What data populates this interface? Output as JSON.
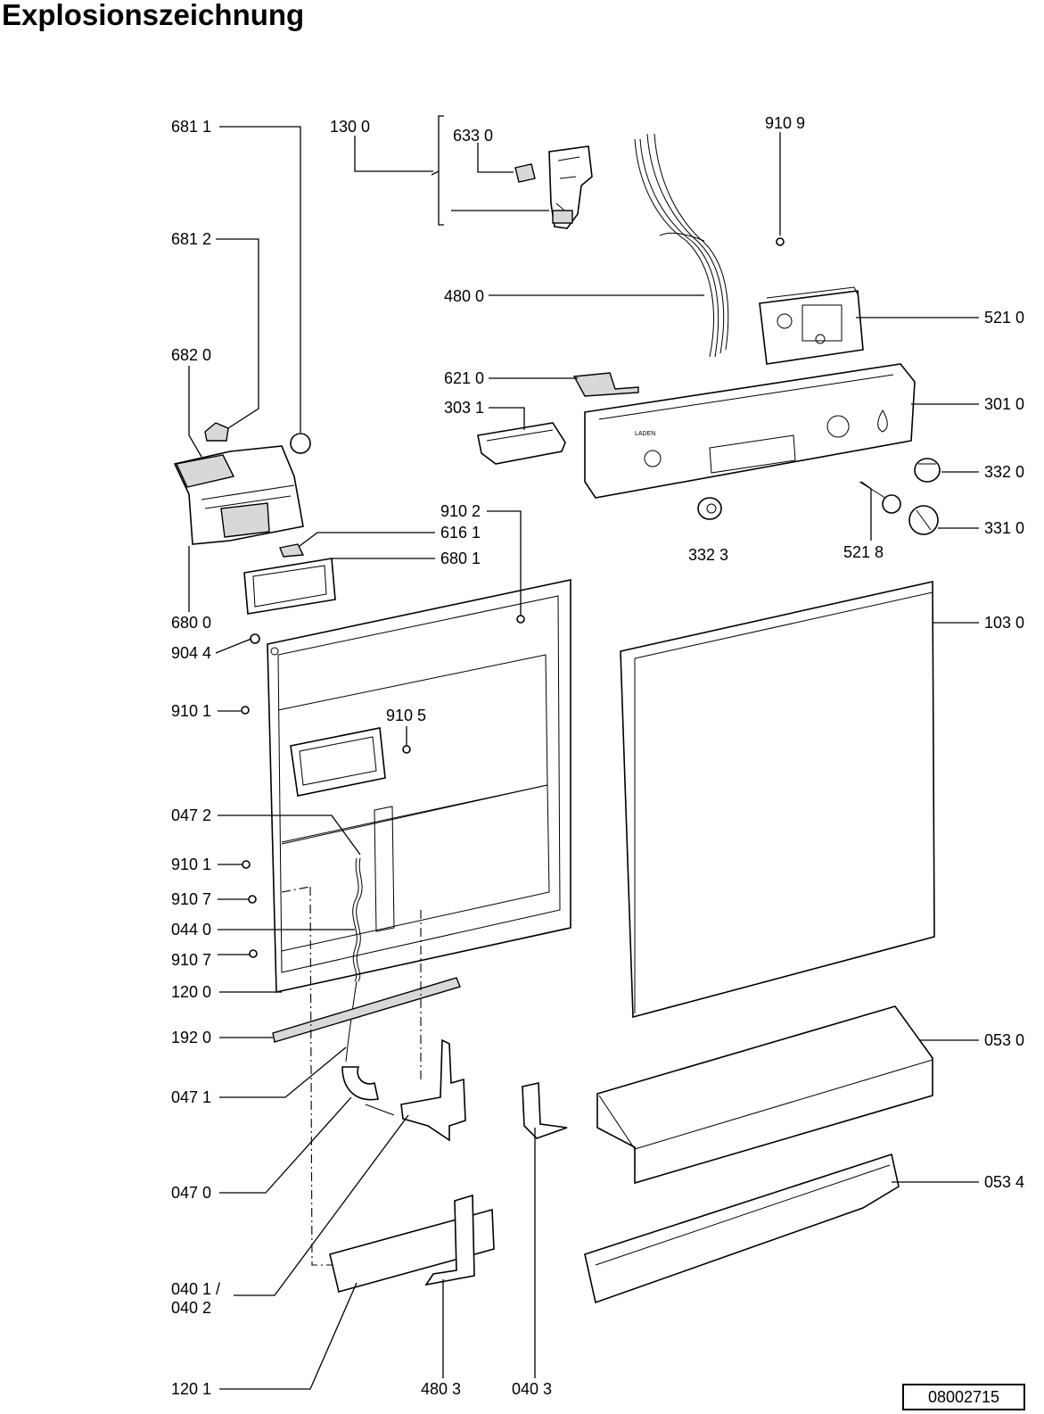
{
  "title": "Explosionszeichnung",
  "drawing_number": "08002715",
  "panel_text": {
    "brand": "LADEN"
  },
  "part_labels": {
    "p6811": "681 1",
    "p1300": "130 0",
    "p6330": "633 0",
    "p9109": "910 9",
    "p6812": "681 2",
    "p4800": "480 0",
    "p5210": "521 0",
    "p6820": "682 0",
    "p6210": "621 0",
    "p3031": "303 1",
    "p3010": "301 0",
    "p3320": "332 0",
    "p9102": "910 2",
    "p6161": "616 1",
    "p6801": "680 1",
    "p3323": "332 3",
    "p5218": "521 8",
    "p3310": "331 0",
    "p6800": "680 0",
    "p9044": "904 4",
    "p1030": "103 0",
    "p9101a": "910 1",
    "p9105": "910 5",
    "p0472": "047 2",
    "p9101b": "910 1",
    "p9107a": "910 7",
    "p0440": "044 0",
    "p9107b": "910 7",
    "p1200": "120 0",
    "p1920": "192 0",
    "p0530": "053 0",
    "p0471": "047 1",
    "p0470": "047 0",
    "p0534": "053 4",
    "p0401a": "040 1 /",
    "p0402": "040 2",
    "p1201": "120 1",
    "p4803": "480 3",
    "p0403": "040 3"
  }
}
